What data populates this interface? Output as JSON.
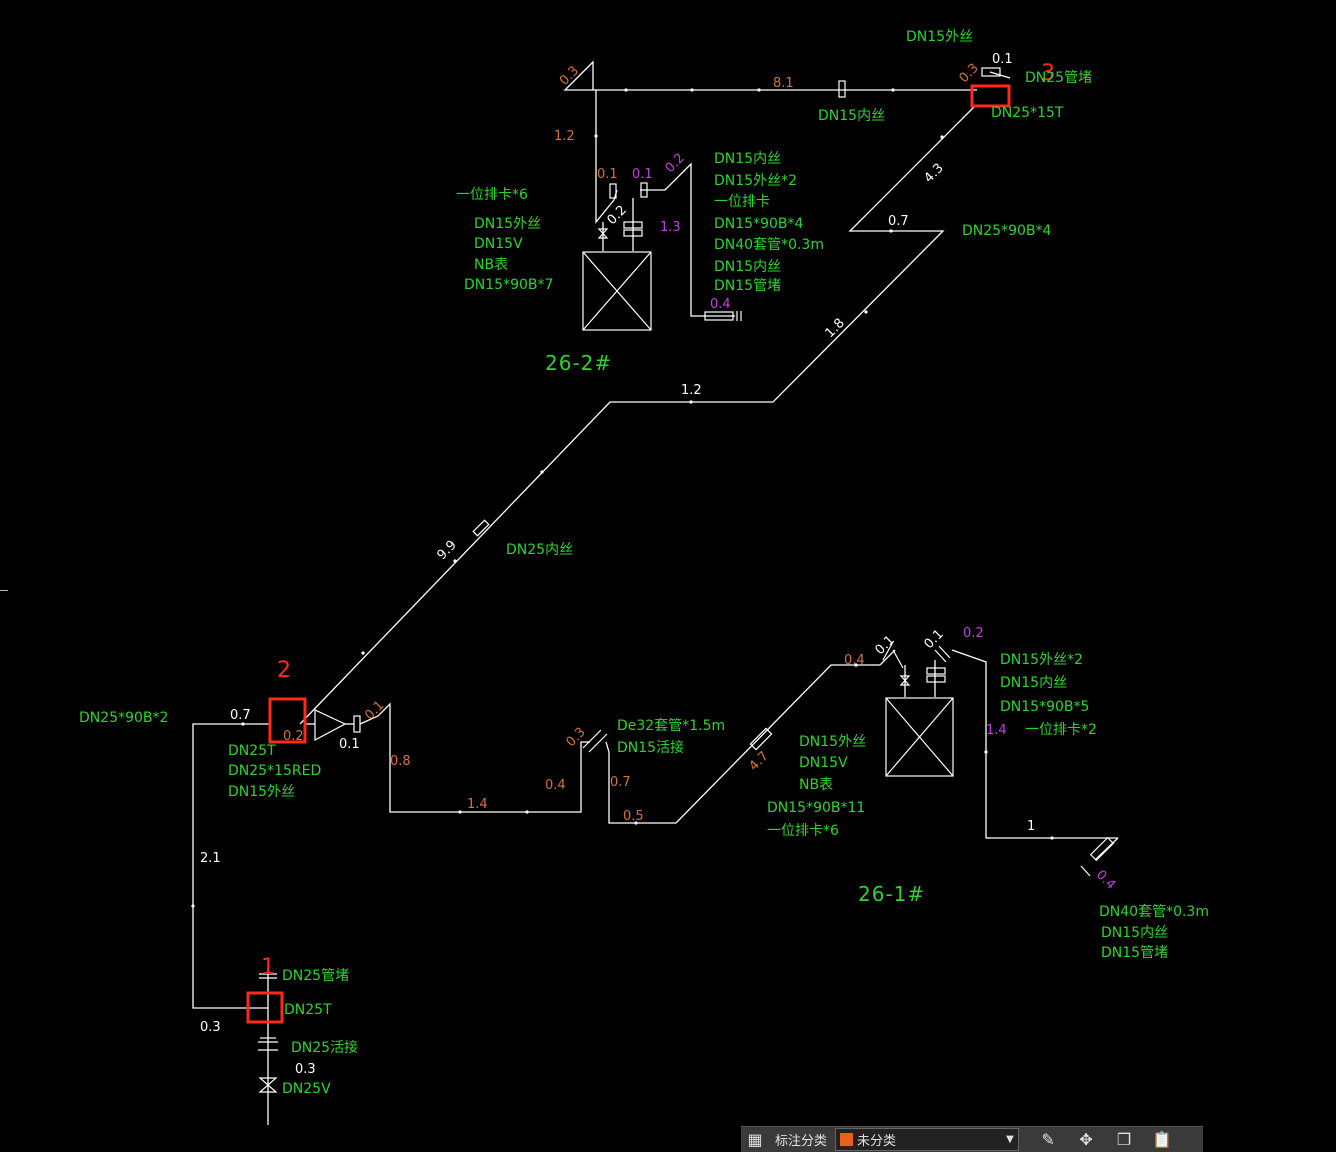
{
  "labels": {
    "dn15_wai_top": "DN15外丝",
    "dn25_guandu_top": "DN25管堵",
    "dn15_nei_top": "DN15内丝",
    "dn25_15t": "DN25*15T",
    "dn25_90b4": "DN25*90B*4",
    "list_2_1": "DN15内丝",
    "list_2_2": "DN15外丝*2",
    "list_2_3": "一位排卡",
    "list_2_4": "DN15*90B*4",
    "list_2_5": "DN40套管*0.3m",
    "list_2_6": "DN15内丝",
    "list_2_7": "DN15管堵",
    "left_2_1": "一位排卡*6",
    "left_2_2": "DN15外丝",
    "left_2_3": "DN15V",
    "left_2_4": "NB表",
    "left_2_5": "DN15*90B*7",
    "dn25_nei_riser": "DN25内丝",
    "dn25_90b2": "DN25*90B*2",
    "n2_1": "DN25T",
    "n2_2": "DN25*15RED",
    "n2_3": "DN15外丝",
    "de32": "De32套管*1.5m",
    "dn15_huojie": "DN15活接",
    "mid_1": "DN15外丝",
    "mid_2": "DN15V",
    "mid_3": "NB表",
    "mid_4": "DN15*90B*11",
    "mid_5": "一位排卡*6",
    "r1_1": "DN15外丝*2",
    "r1_2": "DN15内丝",
    "r1_3": "DN15*90B*5",
    "r1_4": "一位排卡*2",
    "end_1": "DN40套管*0.3m",
    "end_2": "DN15内丝",
    "end_3": "DN15管堵",
    "n1_guandu": "DN25管堵",
    "n1_t": "DN25T",
    "n1_huojie": "DN25活接",
    "n1_v": "DN25V"
  },
  "rooms": {
    "r26_2": "26-2#",
    "r26_1": "26-1#"
  },
  "dims": {
    "d_0_3_top": "0.3",
    "d_8_1": "8.1",
    "d_0_1_top": "0.1",
    "d_0_3_topr": "0.3",
    "d_1_2_a": "1.2",
    "d_0_1_a": "0.1",
    "d_0_1_b": "0.1",
    "d_0_2_a": "0.2",
    "d_0_2_b": "0.2",
    "d_1_3": "1.3",
    "d_0_4_a": "0.4",
    "d_4_3": "4.3",
    "d_0_7_a": "0.7",
    "d_1_8": "1.8",
    "d_1_2_b": "1.2",
    "d_9_9": "9.9",
    "d_0_7_b": "0.7",
    "d_0_2_c": "0.2",
    "d_0_1_c": "0.1",
    "d_0_1_d": "0.1",
    "d_0_8": "0.8",
    "d_1_4_a": "1.4",
    "d_0_4_b": "0.4",
    "d_0_3_mid": "0.3",
    "d_0_7_c": "0.7",
    "d_0_5": "0.5",
    "d_4_7": "4.7",
    "d_0_4_c": "0.4",
    "d_0_1_e": "0.1",
    "d_0_1_f": "0.1",
    "d_0_2_d": "0.2",
    "d_1_4_b": "1.4",
    "d_1": "1",
    "d_0_4_d": "0.4",
    "d_2_1": "2.1",
    "d_0_3_bl": "0.3",
    "d_0_3_bm": "0.3"
  },
  "highlights": {
    "h1": "1",
    "h2": "2",
    "h3": "3"
  },
  "toolbar": {
    "label": "标注分类",
    "selected": "未分类",
    "swatch_color": "#e8601c"
  }
}
